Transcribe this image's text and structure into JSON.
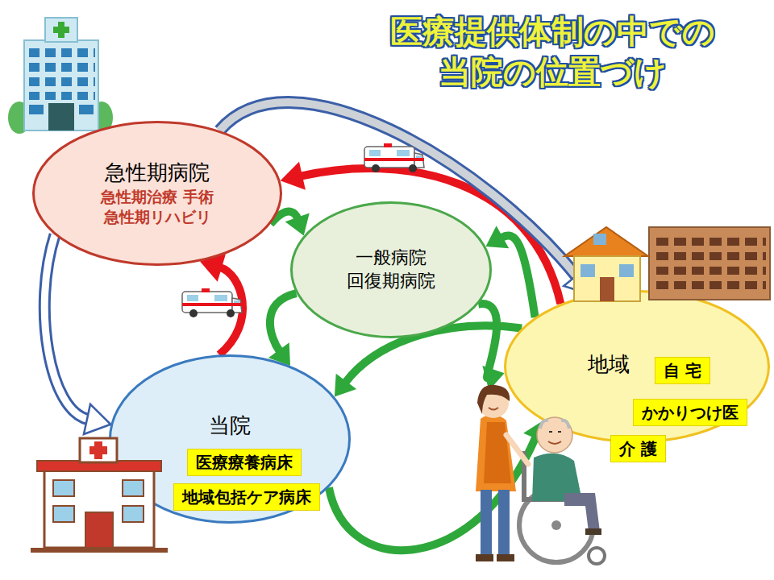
{
  "diagram": {
    "title": "医療提供体制の中での 当院の位置づけ",
    "nodes": [
      {
        "text": [
          "急性期病院",
          "急性期治療 手術 急性期リハビリ"
        ]
      },
      {
        "text": [
          "一般病院 回復期病院"
        ]
      },
      {
        "text": [
          "当院"
        ]
      },
      {
        "text": [
          "医療療養病床"
        ],
        "in": 2
      },
      {
        "text": [
          "地域包括ケア病床"
        ],
        "in": 2
      },
      {
        "text": [
          "地域"
        ]
      },
      {
        "text": [
          "自 宅"
        ],
        "in": 5
      },
      {
        "text": [
          "かかりつけ医"
        ],
        "in": 5
      },
      {
        "text": [
          "介 護"
        ],
        "in": 5
      }
    ],
    "edges": [
      {
        "from": 5,
        "to": 0,
        "arrow": "to"
      },
      {
        "from": 0,
        "to": 5,
        "arrow": "to"
      },
      {
        "from": 0,
        "to": 1,
        "arrow": "to"
      },
      {
        "from": 5,
        "to": 1,
        "arrow": "to"
      },
      {
        "from": 2,
        "to": 0,
        "arrow": "to"
      },
      {
        "from": 0,
        "to": 2,
        "arrow": "to"
      },
      {
        "from": 1,
        "to": 2,
        "arrow": "to"
      },
      {
        "from": 5,
        "to": 2,
        "arrow": "to"
      },
      {
        "from": 1,
        "to": 5,
        "arrow": "to"
      },
      {
        "from": 2,
        "to": 5,
        "arrow": "to"
      }
    ]
  }
}
